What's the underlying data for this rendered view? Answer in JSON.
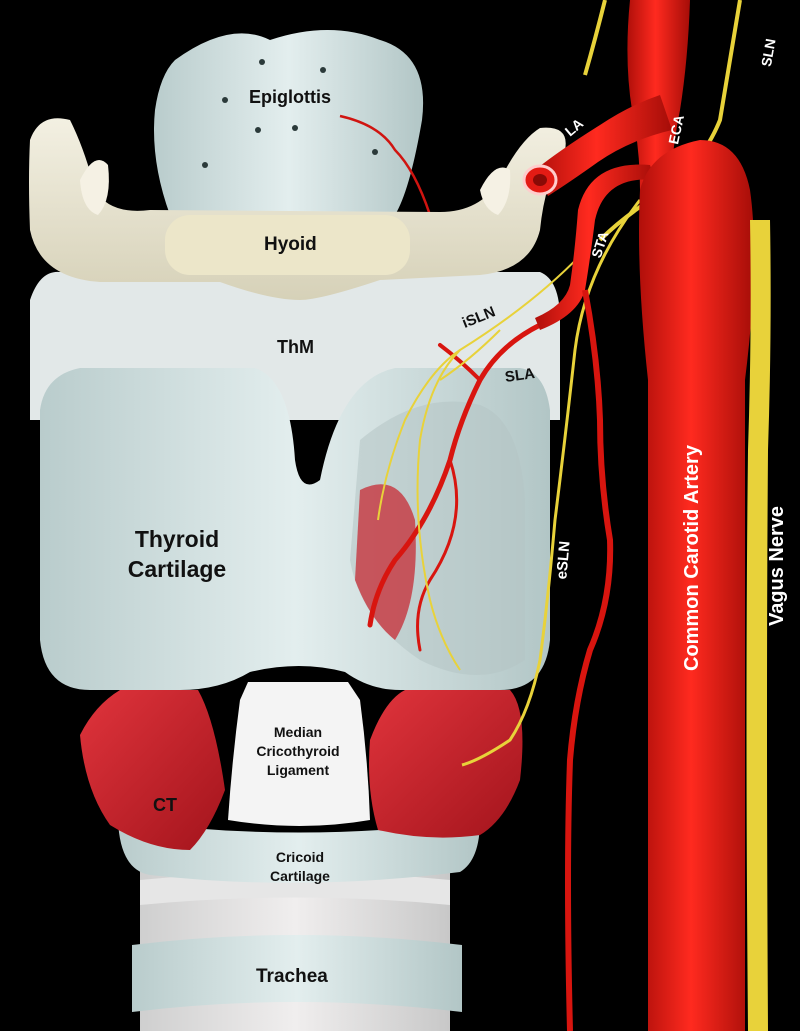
{
  "labels": {
    "epiglottis": "Epiglottis",
    "hyoid": "Hyoid",
    "thm": "ThM",
    "thyroid_cartilage_line1": "Thyroid",
    "thyroid_cartilage_line2": "Cartilage",
    "median_line1": "Median",
    "median_line2": "Cricothyroid",
    "median_line3": "Ligament",
    "ct": "CT",
    "cricoid_line1": "Cricoid",
    "cricoid_line2": "Cartilage",
    "trachea": "Trachea",
    "isln": "iSLN",
    "sla": "SLA",
    "la": "LA",
    "eca": "ECA",
    "sta": "STA",
    "sln": "SLN",
    "esln": "eSLN",
    "common_carotid_artery": "Common Carotid Artery",
    "vagus_nerve": "Vagus Nerve"
  },
  "colors": {
    "background": "#000000",
    "cartilage": "#d9e6e6",
    "bone": "#e8e4d0",
    "artery": "#e31b14",
    "muscle": "#c8202a",
    "nerve": "#e8d23a"
  }
}
